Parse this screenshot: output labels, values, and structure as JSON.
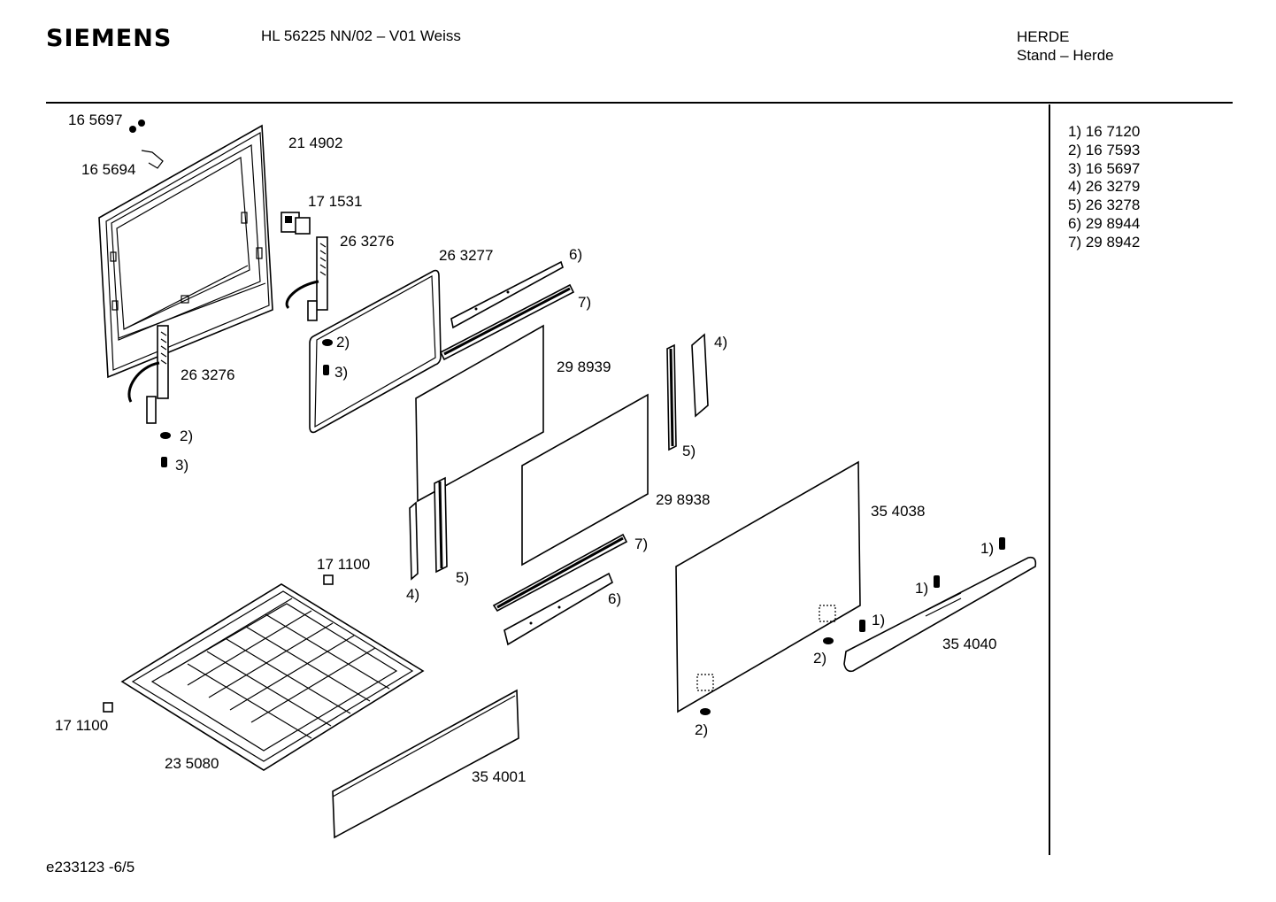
{
  "header": {
    "brand": "SIEMENS",
    "model": "HL 56225 NN/02 – V01 Weiss",
    "category": "HERDE",
    "subcategory": "Stand – Herde"
  },
  "legend": [
    "1) 16 7120",
    "2) 16 7593",
    "3) 16 5697",
    "4) 26 3279",
    "5) 26 3278",
    "6) 29 8944",
    "7) 29 8942"
  ],
  "callouts": {
    "p165697": "16 5697",
    "p165694": "16 5694",
    "p214902": "21 4902",
    "p171531": "17 1531",
    "p263276a": "26 3276",
    "p263277": "26 3277",
    "p263276b": "26 3276",
    "p298939": "29 8939",
    "p298938": "29 8938",
    "p354038": "35 4038",
    "p354040": "35 4040",
    "p171100a": "17 1100",
    "p171100b": "17 1100",
    "p235080": "23 5080",
    "p354001": "35 4001",
    "r2a": "2)",
    "r3a": "3)",
    "r2b": "2)",
    "r3b": "3)",
    "r6a": "6)",
    "r7a": "7)",
    "r4a": "4)",
    "r5a": "5)",
    "r4b": "4)",
    "r5b": "5)",
    "r7b": "7)",
    "r6b": "6)",
    "r1a": "1)",
    "r1b": "1)",
    "r1c": "1)",
    "r2c": "2)",
    "r2d": "2)"
  },
  "footer": {
    "code": "e233123 -6/5"
  }
}
